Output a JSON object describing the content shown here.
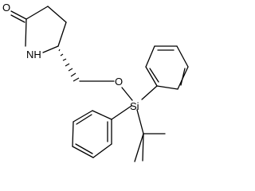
{
  "molecule": {
    "atoms": {
      "O_carbonyl": "O",
      "NH": "NH",
      "O_ether": "O",
      "Si": "Si"
    }
  }
}
